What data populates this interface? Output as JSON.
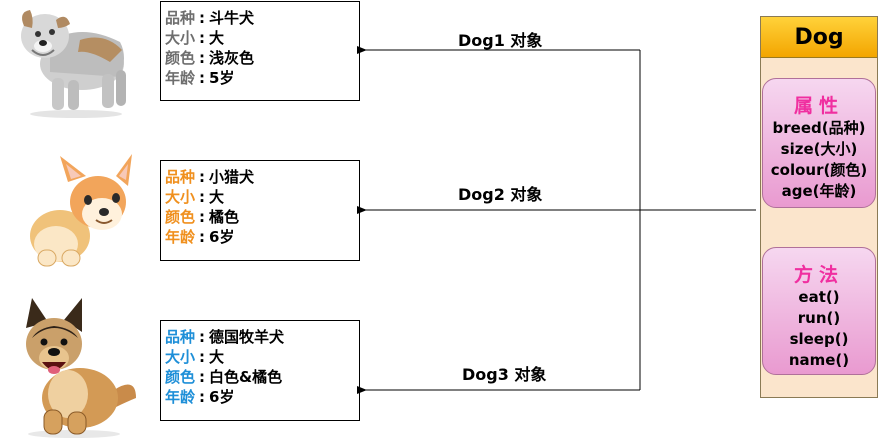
{
  "dogs": [
    {
      "image_icon": "bulldog-illustration",
      "fields": [
        {
          "key": "品种",
          "value": "斗牛犬"
        },
        {
          "key": "大小",
          "value": "大"
        },
        {
          "key": "颜色",
          "value": "浅灰色"
        },
        {
          "key": "年龄",
          "value": "5岁"
        }
      ],
      "label_color": "#6e6e6e",
      "arrow_label": "Dog1  对象"
    },
    {
      "image_icon": "corgi-illustration",
      "fields": [
        {
          "key": "品种",
          "value": "小猎犬"
        },
        {
          "key": "大小",
          "value": "大"
        },
        {
          "key": "颜色",
          "value": "橘色"
        },
        {
          "key": "年龄",
          "value": "6岁"
        }
      ],
      "label_color": "#f0901e",
      "arrow_label": "Dog2 对象"
    },
    {
      "image_icon": "german-shepherd-illustration",
      "fields": [
        {
          "key": "品种",
          "value": "德国牧羊犬"
        },
        {
          "key": "大小",
          "value": "大"
        },
        {
          "key": "颜色",
          "value": "白色&橘色"
        },
        {
          "key": "年龄",
          "value": "6岁"
        }
      ],
      "label_color": "#1e8fd8",
      "arrow_label": "Dog3 对象"
    }
  ],
  "separator": ":",
  "class_box": {
    "name": "Dog",
    "attributes_title": "属性",
    "attributes": [
      "breed(品种)",
      "size(大小)",
      "colour(颜色)",
      "age(年龄)"
    ],
    "methods_title": "方法",
    "methods": [
      "eat()",
      "run()",
      "sleep()",
      "name()"
    ],
    "header_color": "#f3a500",
    "panel_color": "#fbe5cc",
    "section_color": "#e99ad0",
    "title_color": "#f02fa0"
  }
}
